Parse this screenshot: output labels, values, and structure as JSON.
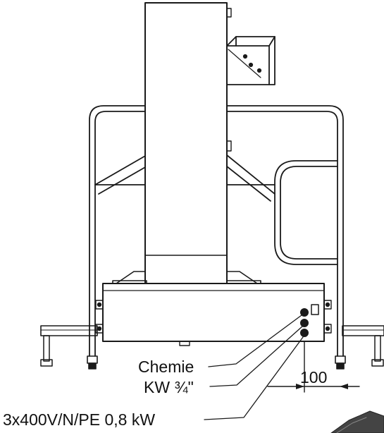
{
  "labels": {
    "chemie": "Chemie",
    "kw": "KW ¾\"",
    "power": "3x400V/N/PE 0,8 kW",
    "dimension": "100"
  },
  "colors": {
    "line": "#1a1a1a",
    "background": "#ffffff"
  }
}
